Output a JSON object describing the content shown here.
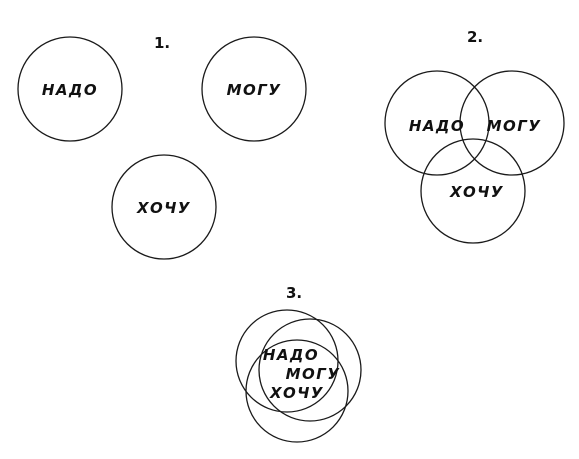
{
  "colors": {
    "stroke": "#1a1a1a",
    "text": "#111111",
    "background": "#ffffff"
  },
  "panel1": {
    "number": "1.",
    "need": "НАДО",
    "can": "МОГУ",
    "want": "ХОЧУ"
  },
  "panel2": {
    "number": "2.",
    "need": "НАДО",
    "can": "МОГУ",
    "want": "ХОЧУ"
  },
  "panel3": {
    "number": "3.",
    "need": "НАДО",
    "can": "МОГУ",
    "want": "ХОЧУ"
  }
}
